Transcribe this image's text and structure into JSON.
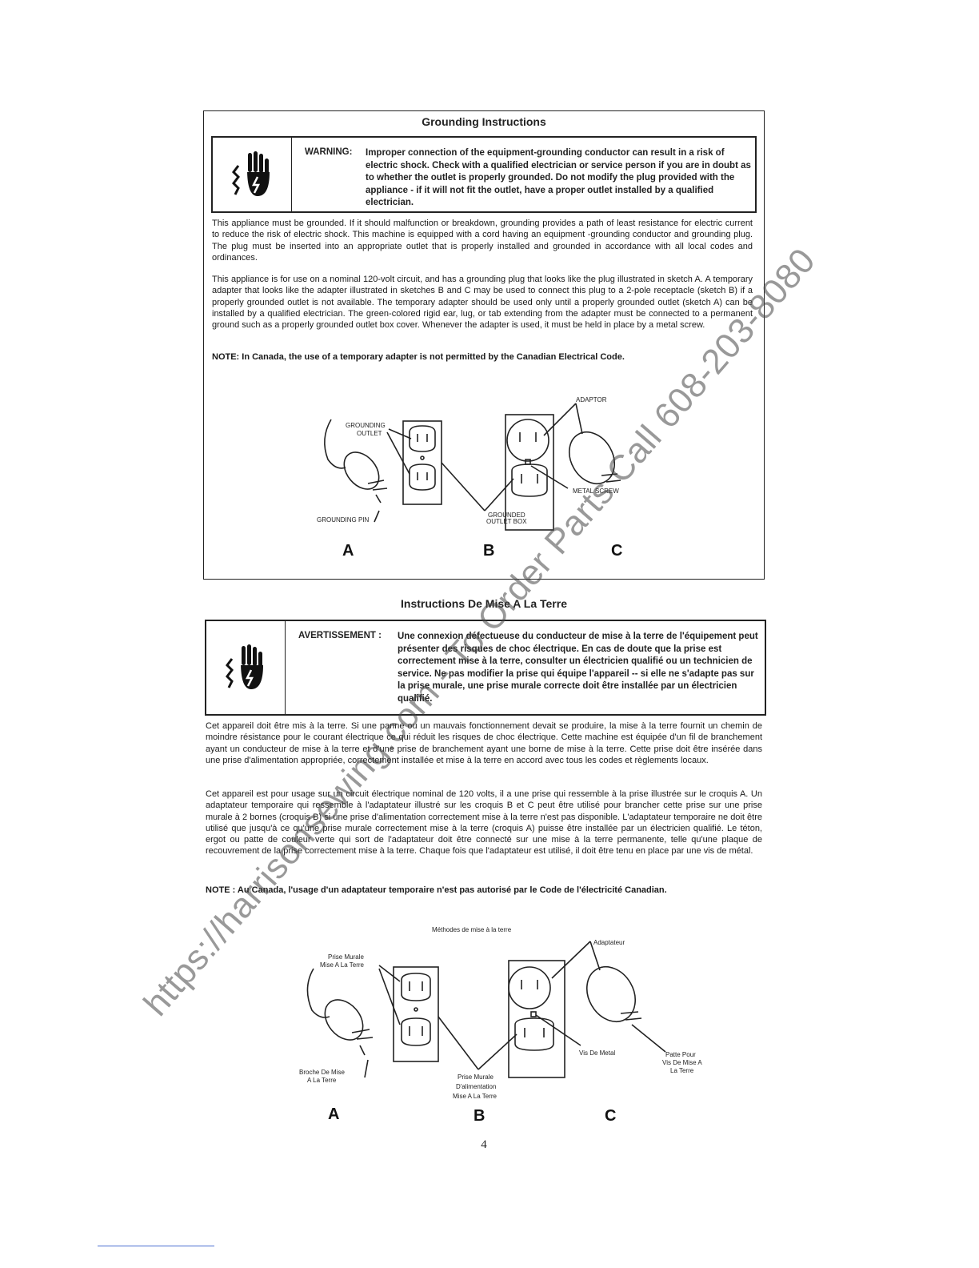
{
  "english": {
    "title": "Grounding Instructions",
    "warning_label": "WARNING:",
    "warning_text": "Improper connection of the equipment-grounding conductor can result in a risk of electric shock. Check with a qualified electrician or service person if you are in doubt as to whether the outlet is properly grounded. Do not modify the plug provided with the appliance - if it will not fit the outlet, have a proper outlet installed by a qualified electrician.",
    "para1": "This appliance must be grounded. If it should malfunction or breakdown, grounding provides a path of least resistance for electric current to reduce the risk of electric shock. This machine is equipped with a cord having an equipment -grounding conductor and grounding plug. The plug must be inserted into an appropriate outlet that is properly installed and grounded in accordance with all local codes and ordinances.",
    "para2": "This appliance is for use on a nominal 120-volt circuit, and has a grounding plug that looks like the plug illustrated in sketch A. A temporary adapter that looks like the adapter illustrated in sketches B and C may be used to connect this plug to a 2-pole receptacle (sketch B) if a properly grounded outlet is not available. The temporary adapter should be used only until a properly grounded outlet (sketch A) can be installed by a qualified electrician. The green-colored rigid ear, lug, or tab extending from the adapter must be connected to a permanent ground such as a properly grounded outlet box cover. Whenever the adapter is used, it must be held in place by a metal screw.",
    "note": "NOTE: In Canada, the use of a temporary adapter is not permitted by the Canadian Electrical Code.",
    "diagram": {
      "grounding_outlet": [
        "GROUNDING",
        "OUTLET"
      ],
      "grounding_pin": "GROUNDING PIN",
      "adaptor": "ADAPTOR",
      "metal_screw": "METAL SCREW",
      "grounded_outlet_box": [
        "GROUNDED",
        "OUTLET BOX"
      ],
      "letter_a": "A",
      "letter_b": "B",
      "letter_c": "C"
    }
  },
  "french": {
    "title": "Instructions De Mise A La Terre",
    "warning_label": "AVERTISSEMENT :",
    "warning_text": "Une connexion défectueuse du conducteur de mise à la terre de l'équipement peut présenter des risques de choc électrique. En cas de doute que la prise est correctement mise à la terre, consulter un électricien qualifié ou un technicien de service. Ne pas modifier la prise qui équipe l'appareil -- si elle ne s'adapte pas sur la prise murale, une prise murale correcte doit être installée par un électricien qualifié.",
    "para1": "Cet appareil doit être mis à la terre. Si une panne ou un mauvais fonctionnement devait se produire, la mise à la terre fournit un chemin de moindre résistance pour le courant électrique ce qui réduit les risques de choc électrique. Cette machine est équipée d'un fil de branchement ayant un conducteur de mise à la terre et d'une prise de branchement ayant une borne de mise à la terre. Cette prise doit être insérée dans une prise d'alimentation appropriée, correctement installée et mise à la terre en accord avec tous les codes et règlements locaux.",
    "para2": "Cet appareil est pour usage sur un circuit électrique nominal de 120 volts, il a une prise qui ressemble à la prise illustrée sur le croquis A. Un adaptateur temporaire qui ressemble à l'adaptateur illustré sur les croquis B et C peut être utilisé pour brancher cette prise sur une prise murale à 2 bornes (croquis B) si une prise d'alimentation correctement mise à la terre n'est pas disponible. L'adaptateur temporaire ne doit être utilisé que jusqu'à ce qu'une prise murale correctement mise à la terre (croquis A) puisse être installée par un électricien qualifié. Le téton, ergot ou patte de couleur verte qui sort de l'adaptateur doit être connecté sur une mise à la terre permanente, telle qu'une plaque de recouvrement de la prise correctement mise à la terre. Chaque fois que l'adaptateur est utilisé, il doit être tenu en place par une vis de métal.",
    "note": "NOTE : Au Canada, l'usage d'un adaptateur temporaire n'est pas autorisé par le Code de l'électricité Canadian.",
    "diagram": {
      "caption": "Méthodes de mise à la terre",
      "adaptateur": "Adaptateur",
      "prise_murale": [
        "Prise Murale",
        "Mise A La Terre"
      ],
      "broche": [
        "Broche De Mise",
        "A La Terre"
      ],
      "prise_murale_alim": [
        "Prise Murale",
        "D'alimentation",
        "Mise A La Terre"
      ],
      "vis_de_metal": "Vis De Metal",
      "patte": [
        "Patte Pour",
        "Vis De Mise A",
        "La Terre"
      ],
      "letter_a": "A",
      "letter_b": "B",
      "letter_c": "C"
    }
  },
  "page_number": "4",
  "watermark": "https://harrisonsewing.com - To Order Parts Call 608-203-8080"
}
